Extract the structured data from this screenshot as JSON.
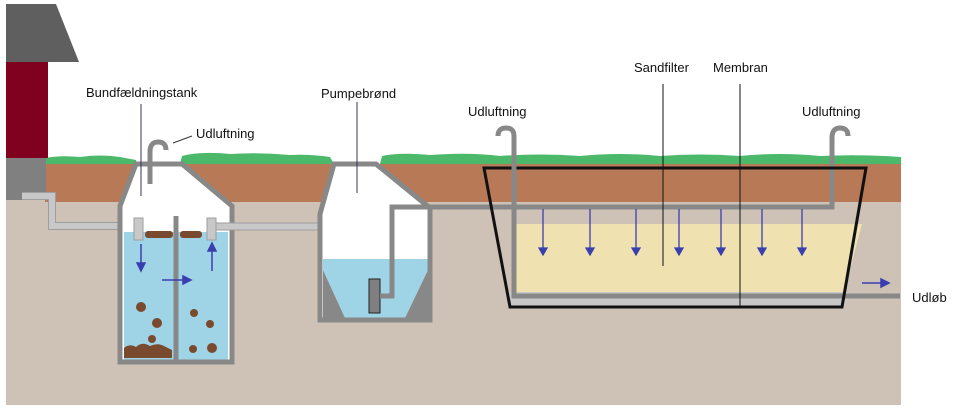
{
  "diagram": {
    "title": "Septic system with sand filter",
    "labels": {
      "settling_tank": "Bundfældningstank",
      "vent_1": "Udluftning",
      "pump_well": "Pumpebrønd",
      "vent_2": "Udluftning",
      "sand_filter": "Sandfilter",
      "membrane": "Membran",
      "vent_3": "Udluftning",
      "outlet": "Udløb"
    },
    "colors": {
      "house_wall": "#800020",
      "roof": "#5f5f5f",
      "foundation": "#808080",
      "grass": "#4cb86a",
      "topsoil": "#b87a56",
      "subsoil": "#cdc2b5",
      "water": "#9fd4e6",
      "sludge": "#7a4a2e",
      "sand": "#f0e2b0",
      "pipe": "#888888",
      "light_pipe": "#c8c8c8",
      "flow_arrow": "#3a3fb0",
      "membrane_line": "#111111"
    }
  }
}
